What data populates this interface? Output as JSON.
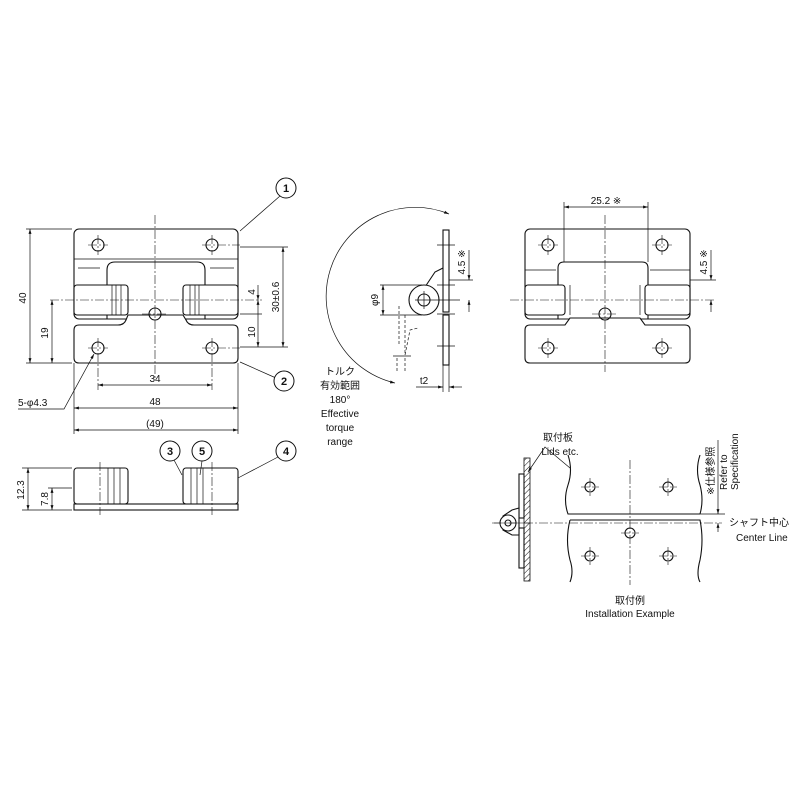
{
  "title": "Torque hinge dimensional drawing",
  "front_view": {
    "dim_height": "40",
    "dim_center": "19",
    "dim_hole_pitch": "34",
    "dim_width": "48",
    "dim_overall": "(49)",
    "holes": "5-φ4.3",
    "dim_hole_vertical": "30±0.6",
    "dim_gap": "4",
    "dim_lower": "10"
  },
  "balloons": [
    "1",
    "2",
    "3",
    "4",
    "5"
  ],
  "side_view": {
    "dim_height": "12.3",
    "dim_plate": "7.8"
  },
  "section_view": {
    "dim_knuckle": "φ9",
    "dim_offset": "4.5 ※",
    "dim_thickness": "t2",
    "torque_jp_1": "トルク",
    "torque_jp_2": "有効範囲",
    "torque_angle": "180°",
    "torque_en_1": "Effective",
    "torque_en_2": "torque",
    "torque_en_3": "range"
  },
  "rear_view": {
    "dim_width": "25.2 ※",
    "dim_offset": "4.5 ※"
  },
  "installation": {
    "lids_jp": "取付板",
    "lids_en": "Lids etc.",
    "spec_jp": "※仕様参照",
    "spec_en_1": "Refer to",
    "spec_en_2": "Specification",
    "center_jp": "シャフト中心",
    "center_en": "Center Line",
    "title_jp": "取付例",
    "title_en": "Installation Example"
  }
}
